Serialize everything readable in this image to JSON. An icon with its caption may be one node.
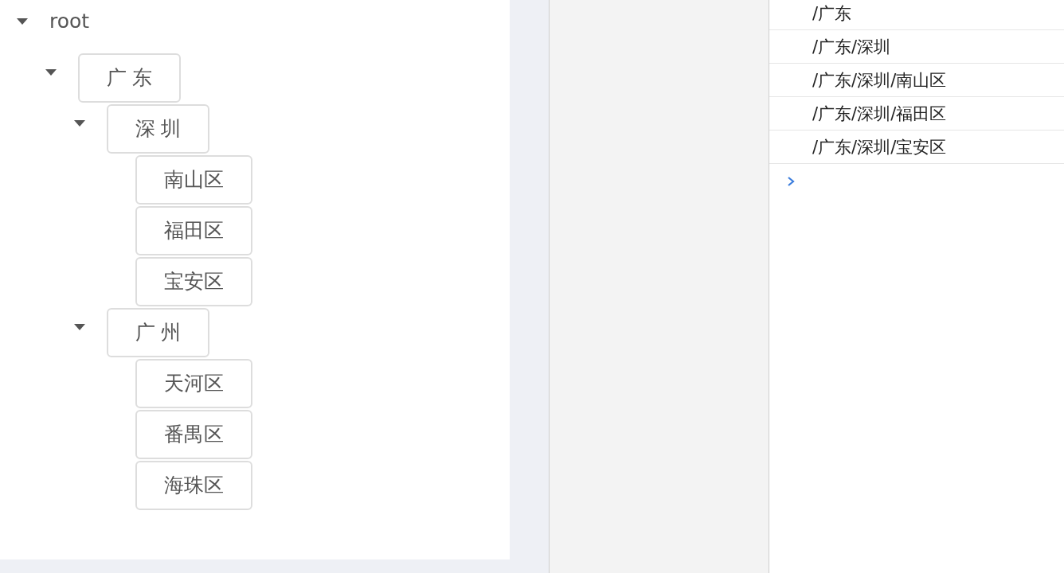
{
  "diagram": {
    "nodes": [
      {
        "text": [
          "广 东"
        ]
      },
      {
        "text": [
          "深 圳"
        ]
      },
      {
        "text": [
          "南山区"
        ]
      },
      {
        "text": [
          "福田区"
        ]
      },
      {
        "text": [
          "宝安区"
        ]
      },
      {
        "text": [
          "广 州"
        ]
      },
      {
        "text": [
          "天河区"
        ]
      },
      {
        "text": [
          "番禺区"
        ]
      },
      {
        "text": [
          "海珠区"
        ]
      }
    ],
    "labels": [
      "root",
      "/广东",
      "/广东/深圳",
      "/广东/深圳/南山区",
      "/广东/深圳/福田区",
      "/广东/深圳/宝安区"
    ]
  }
}
